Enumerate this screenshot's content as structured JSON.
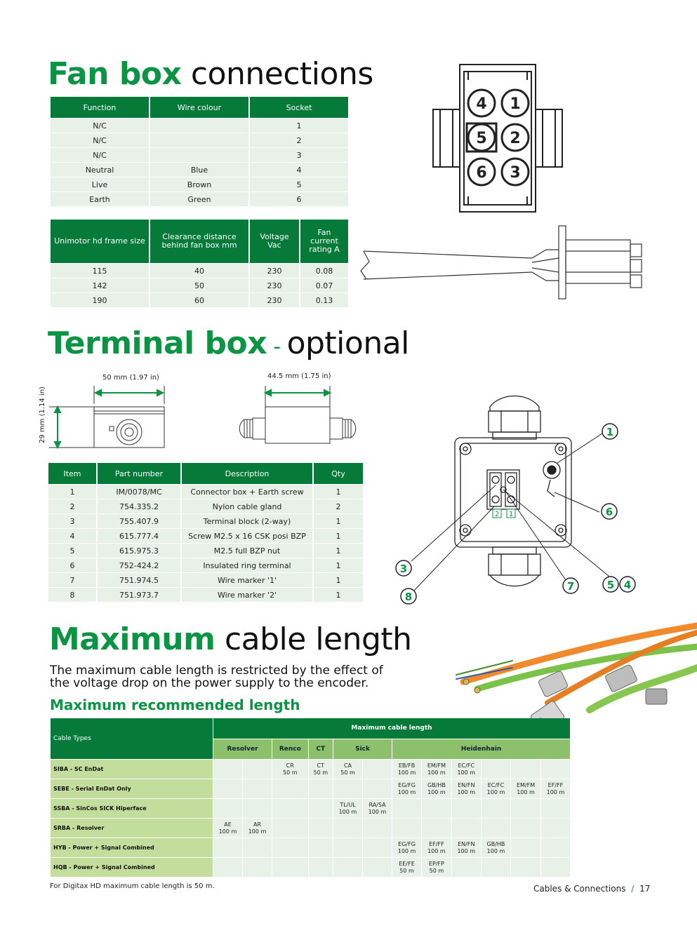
{
  "fan_box": {
    "title_bold": "Fan box",
    "title_rest": " connections",
    "table1": {
      "headers": [
        "Function",
        "Wire colour",
        "Socket"
      ],
      "rows": [
        [
          "N/C",
          "",
          "1"
        ],
        [
          "N/C",
          "",
          "2"
        ],
        [
          "N/C",
          "",
          "3"
        ],
        [
          "Neutral",
          "Blue",
          "4"
        ],
        [
          "Live",
          "Brown",
          "5"
        ],
        [
          "Earth",
          "Green",
          "6"
        ]
      ]
    },
    "table2": {
      "headers": [
        "Unimotor hd frame size",
        "Clearance distance behind fan box mm",
        "Voltage Vac",
        "Fan current rating A"
      ],
      "rows": [
        [
          "115",
          "40",
          "230",
          "0.08"
        ],
        [
          "142",
          "50",
          "230",
          "0.07"
        ],
        [
          "190",
          "60",
          "230",
          "0.13"
        ]
      ]
    },
    "connector_numbers": [
      "4",
      "1",
      "5",
      "2",
      "6",
      "3"
    ]
  },
  "terminal_box": {
    "title_bold": "Terminal box",
    "title_dash": " - ",
    "title_rest": "optional",
    "dim_width": "50 mm (1.97 in)",
    "dim_height": "29 mm (1.14 in)",
    "dim_side": "44.5 mm (1.75 in)",
    "table": {
      "headers": [
        "Item",
        "Part number",
        "Description",
        "Qty"
      ],
      "rows": [
        [
          "1",
          "IM/0078/MC",
          "Connector box + Earth screw",
          "1"
        ],
        [
          "2",
          "754.335.2",
          "Nylon cable gland",
          "2"
        ],
        [
          "3",
          "755.407.9",
          "Terminal block (2-way)",
          "1"
        ],
        [
          "4",
          "615.777.4",
          "Screw M2.5 x 16 CSK posi BZP",
          "1"
        ],
        [
          "5",
          "615.975.3",
          "M2.5 full BZP nut",
          "1"
        ],
        [
          "6",
          "752-424.2",
          "Insulated ring terminal",
          "1"
        ],
        [
          "7",
          "751.974.5",
          "Wire marker '1'",
          "1"
        ],
        [
          "8",
          "751.973.7",
          "Wire marker '2'",
          "1"
        ]
      ]
    },
    "callouts": [
      "1",
      "6",
      "3",
      "7",
      "5",
      "4",
      "8"
    ],
    "marker_labels": [
      "2",
      "1"
    ]
  },
  "cable_length": {
    "title_bold": "Maximum",
    "title_rest": " cable length",
    "intro_line1": "The maximum cable length is restricted by the effect of",
    "intro_line2": "the voltage drop on the power supply to the encoder.",
    "subheading": "Maximum recommended length",
    "table": {
      "col_label": "Cable Types",
      "group_header": "Maximum cable length",
      "groups": [
        "Resolver",
        "Renco",
        "CT",
        "Sick",
        "Heidenhain"
      ],
      "rows": [
        {
          "label": "SIBA - SC EnDat",
          "cells": [
            "",
            "",
            "CR\n50 m",
            "CT\n50 m",
            "CA\n50 m",
            "",
            "EB/FB\n100 m",
            "EM/FM\n100 m",
            "EC/FC\n100 m",
            "",
            "",
            ""
          ]
        },
        {
          "label": "SEBE - Serial EnDat Only",
          "cells": [
            "",
            "",
            "",
            "",
            "",
            "",
            "EG/FG\n100 m",
            "GB/HB\n100 m",
            "EN/FN\n100 m",
            "EC/FC\n100 m",
            "EM/FM\n100 m",
            "EF/FF\n100 m"
          ]
        },
        {
          "label": "SSBA - SinCos SICK Hiperface",
          "cells": [
            "",
            "",
            "",
            "",
            "TL/UL\n100 m",
            "RA/SA\n100 m",
            "",
            "",
            "",
            "",
            "",
            ""
          ]
        },
        {
          "label": "SRBA - Resolver",
          "cells": [
            "AE\n100 m",
            "AR\n100 m",
            "",
            "",
            "",
            "",
            "",
            "",
            "",
            "",
            "",
            ""
          ]
        },
        {
          "label": "HYB - Power + Signal Combined",
          "cells": [
            "",
            "",
            "",
            "",
            "",
            "",
            "EG/FG\n100 m",
            "EF/FF\n100 m",
            "EN/FN\n100 m",
            "GB/HB\n100 m",
            "",
            ""
          ]
        },
        {
          "label": "HQB - Power + Signal Combined",
          "cells": [
            "",
            "",
            "",
            "",
            "",
            "",
            "EE/FE\n50 m",
            "EP/FP\n50 m",
            "",
            "",
            "",
            ""
          ]
        }
      ]
    },
    "footnote": "For Digitax HD maximum cable length is 50 m."
  },
  "footer": {
    "section": "Cables & Connections",
    "separator": "/",
    "page": "17"
  },
  "colors": {
    "brand_green": "#0b9443",
    "table_header": "#067a38",
    "cell_bg": "#e7f1e7",
    "cable_orange": "#f08a2c",
    "cable_green": "#7bc24a"
  }
}
